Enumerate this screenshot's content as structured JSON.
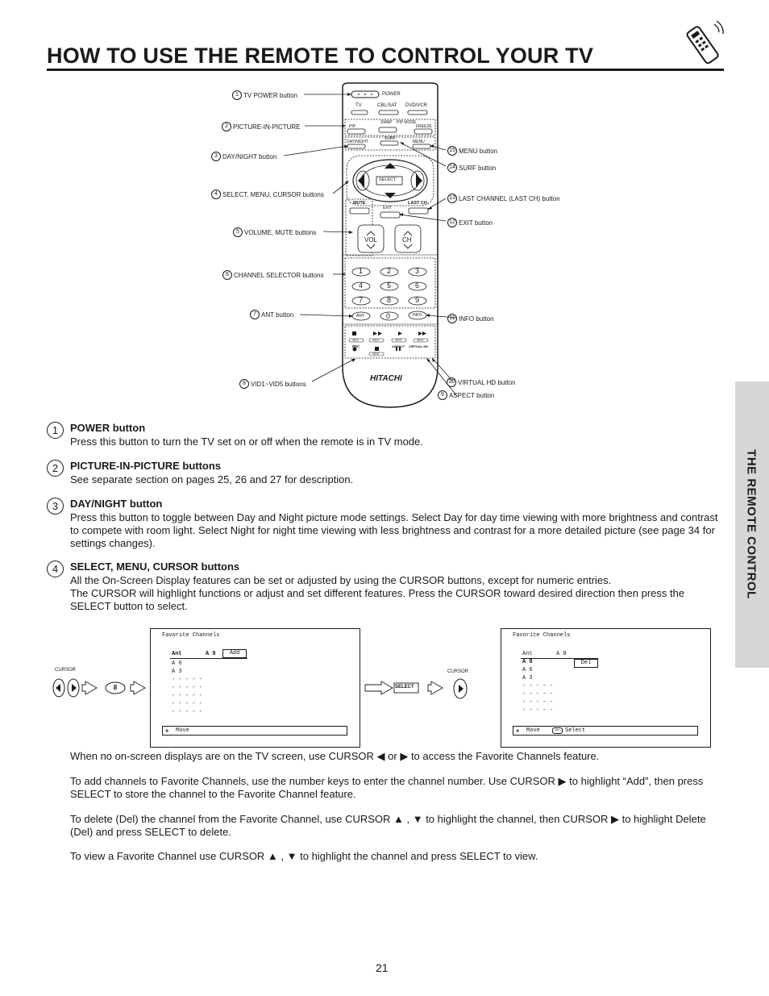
{
  "page": {
    "title": "HOW TO USE THE REMOTE TO CONTROL YOUR TV",
    "side_tab": "THE REMOTE CONTROL",
    "page_number": "21"
  },
  "remote": {
    "power": "POWER",
    "tv": "TV",
    "cblsat": "CBL/SAT",
    "dvdvcr": "DVD/VCR",
    "pip": "PIP",
    "swap": "SWAP",
    "pipmode": "PIP MODE",
    "freeze": "FREEZE",
    "daynight": "DAY/NIGHT",
    "surf": "SURF",
    "menu": "MENU",
    "select": "SELECT",
    "mute": "MUTE",
    "lastch": "LAST CH",
    "exit": "EXIT",
    "vol": "VOL",
    "ch": "CH",
    "keys": [
      "1",
      "2",
      "3",
      "4",
      "5",
      "6",
      "7",
      "8",
      "9"
    ],
    "zero": "0",
    "ant": "ANT",
    "info": "INFO",
    "vid1": "VID1",
    "vid2": "VID2",
    "vid3": "VID3",
    "vid4": "VID4",
    "vid5": "VID5",
    "rec": "REC",
    "aspect": "ASPECT",
    "virtualhd": "VIRTUAL HD",
    "brand": "HITACHI"
  },
  "callouts": {
    "c1": {
      "num": "1",
      "text": "TV POWER button"
    },
    "c2": {
      "num": "2",
      "text": "PICTURE-IN-PICTURE"
    },
    "c3": {
      "num": "3",
      "text": "DAY/NIGHT button"
    },
    "c4": {
      "num": "4",
      "text": "SELECT, MENU, CURSOR buttons"
    },
    "c5": {
      "num": "5",
      "text": "VOLUME, MUTE buttons"
    },
    "c6": {
      "num": "6",
      "text": "CHANNEL SELECTOR buttons"
    },
    "c7": {
      "num": "7",
      "text": "ANT button"
    },
    "c8": {
      "num": "8",
      "text": "VID1~VID5 buttons"
    },
    "c9": {
      "num": "9",
      "text": "ASPECT button"
    },
    "c10": {
      "num": "10",
      "text": "VIRTUAL HD button"
    },
    "c11": {
      "num": "11",
      "text": "INFO button"
    },
    "c12": {
      "num": "12",
      "text": "EXIT button"
    },
    "c13": {
      "num": "13",
      "text": "LAST CHANNEL (LAST CH) button"
    },
    "c14": {
      "num": "14",
      "text": "SURF button"
    },
    "c15": {
      "num": "15",
      "text": "MENU button"
    }
  },
  "sections": [
    {
      "num": "1",
      "heading": "POWER button",
      "body": "Press this button to turn the TV set on or off when the remote is in TV mode."
    },
    {
      "num": "2",
      "heading": "PICTURE-IN-PICTURE buttons",
      "body": "See separate section on pages 25, 26 and 27 for description."
    },
    {
      "num": "3",
      "heading": "DAY/NIGHT button",
      "body": "Press this button to toggle between Day and Night picture mode settings.  Select Day for day time viewing with more brightness and contrast to compete with room light.  Select Night for night time viewing with less brightness and contrast for a more detailed picture (see page 34 for settings changes)."
    },
    {
      "num": "4",
      "heading": "SELECT, MENU, CURSOR buttons",
      "body1": "All the On-Screen Display features can be set or adjusted by using the CURSOR buttons, except for numeric entries.",
      "body2": "The CURSOR will highlight functions or adjust and set different features.  Press the CURSOR toward desired direction then press the SELECT button to select."
    }
  ],
  "osd_left": {
    "cursor_label": "CURSOR",
    "key": "8",
    "title": "Favorite Channels",
    "ant": "Ant",
    "ch": "A 8",
    "add": "Add",
    "rows": [
      "A 6",
      "A 3",
      "- - - - -",
      "- - - - -",
      "- - - - -",
      "- - - - -",
      "- - - - -"
    ],
    "move": "Move"
  },
  "osd_right": {
    "select_label": "SELECT",
    "cursor_label": "CURSOR",
    "title": "Favorite Channels",
    "ant": "Ant",
    "ch": "A 8",
    "rows": [
      "A 8",
      "A 6",
      "A 3",
      "- - - - -",
      "- - - - -",
      "- - - - -",
      "- - - - -"
    ],
    "del": "Del",
    "move": "Move",
    "sel_icon": "SEL",
    "select": "Select"
  },
  "paragraphs": [
    "When no on-screen displays are on the TV screen, use CURSOR ◀ or ▶ to access the Favorite Channels feature.",
    "To add channels to Favorite Channels, use the number keys to enter the channel number.  Use CURSOR ▶ to highlight “Add”, then press SELECT to store the channel to the Favorite Channel feature.",
    "To delete (Del) the channel from the Favorite Channel, use CURSOR ▲ , ▼ to highlight the channel, then CURSOR ▶ to highlight Delete (Del) and press SELECT to delete.",
    "To view a Favorite Channel use CURSOR ▲ , ▼ to highlight the channel and press SELECT to view."
  ]
}
